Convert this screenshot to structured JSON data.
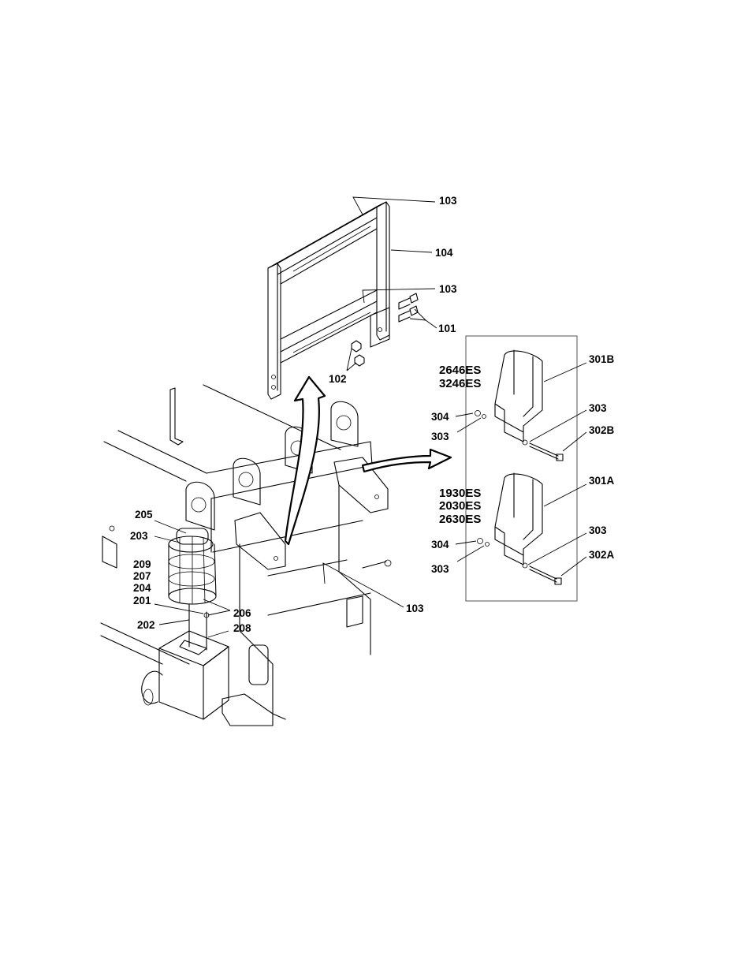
{
  "callouts": {
    "c103_top": "103",
    "c104": "104",
    "c103_mid": "103",
    "c101": "101",
    "c102": "102",
    "c103_bottom": "103",
    "c205": "205",
    "c203": "203",
    "c209": "209",
    "c207": "207",
    "c204": "204",
    "c201": "201",
    "c206": "206",
    "c202": "202",
    "c208": "208",
    "c301B": "301B",
    "c303_b1": "303",
    "c302B": "302B",
    "c304_b": "304",
    "c303_b2": "303",
    "c301A": "301A",
    "c303_a1": "303",
    "c302A": "302A",
    "c304_a": "304",
    "c303_a2": "303"
  },
  "models": {
    "group_b": [
      "2646ES",
      "3246ES"
    ],
    "group_a": [
      "1930ES",
      "2030ES",
      "2630ES"
    ]
  }
}
